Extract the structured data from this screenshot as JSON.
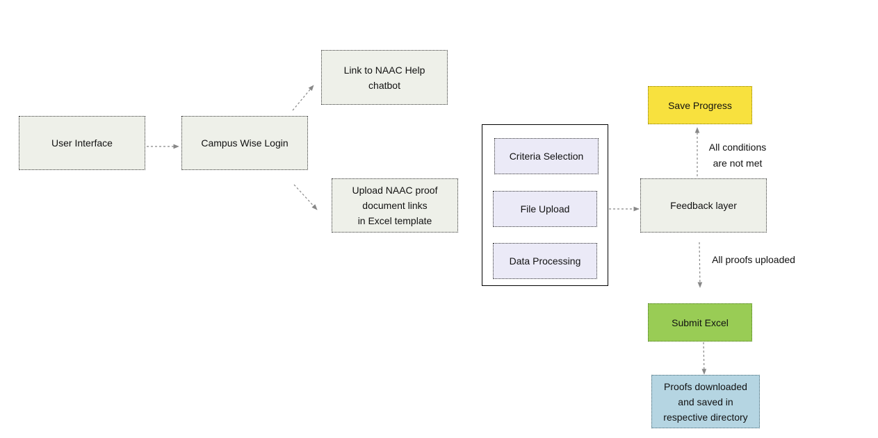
{
  "nodes": {
    "user_interface": "User Interface",
    "campus_login": "Campus Wise Login",
    "naac_help": "Link to NAAC Help\nchatbot",
    "upload_proof": "Upload NAAC proof\ndocument links\nin Excel template",
    "criteria_selection": "Criteria Selection",
    "file_upload": "File Upload",
    "data_processing": "Data Processing",
    "feedback_layer": "Feedback layer",
    "save_progress": "Save Progress",
    "submit_excel": "Submit Excel",
    "proofs_downloaded": "Proofs downloaded\nand saved in\nrespective directory"
  },
  "edge_labels": {
    "conditions_not_met": "All conditions\nare not met",
    "proofs_uploaded": "All proofs uploaded"
  },
  "colors": {
    "default_fill": "#eef0e9",
    "inner_fill": "#ebeaf7",
    "save_fill": "#f8e13e",
    "submit_fill": "#99cc55",
    "proofs_fill": "#b5d5e2",
    "edge": "#888888"
  }
}
